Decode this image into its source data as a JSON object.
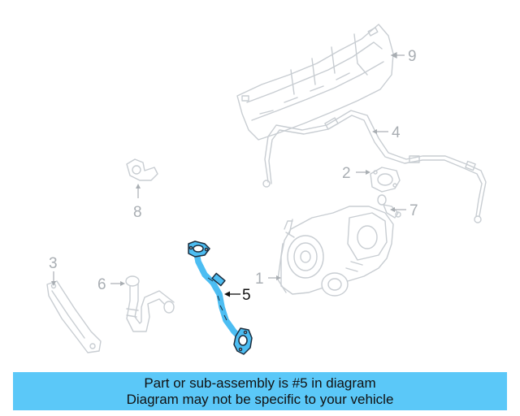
{
  "callouts": {
    "c1": "1",
    "c2": "2",
    "c3": "3",
    "c4": "4",
    "c5": "5",
    "c6": "6",
    "c7": "7",
    "c8": "8",
    "c9": "9"
  },
  "highlight_color": "#4cbdf2",
  "banner": {
    "line1": "Part or sub-assembly is #5 in diagram",
    "line2": "Diagram may not be specific to your vehicle",
    "color": "#5bc8f8"
  }
}
